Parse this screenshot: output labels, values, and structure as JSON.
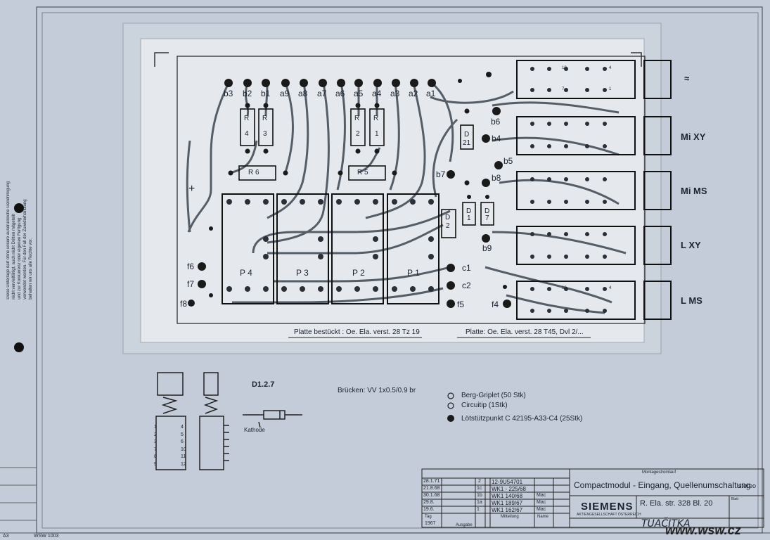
{
  "pins": [
    "b3",
    "b2",
    "b1",
    "a9",
    "a8",
    "a7",
    "a6",
    "a5",
    "a4",
    "a3",
    "a2",
    "a1"
  ],
  "resistors": {
    "r4": {
      "r": "R",
      "n": "4"
    },
    "r3": {
      "r": "R",
      "n": "3"
    },
    "r2": {
      "r": "R",
      "n": "2"
    },
    "r1": {
      "r": "R",
      "n": "1"
    },
    "r6": "R   6",
    "r5": "R   5"
  },
  "diodes": {
    "d21": {
      "d": "D",
      "n": "21"
    },
    "d1": {
      "d": "D",
      "n": "1"
    },
    "d7": {
      "d": "D",
      "n": "7"
    },
    "d2": {
      "d": "D",
      "n": "2"
    }
  },
  "side_pins": {
    "b6": "b6",
    "b4": "b4",
    "b5": "b5",
    "b8": "b8",
    "b7": "b7",
    "b9": "b9",
    "c1": "c1",
    "c2": "c2",
    "f5": "f5",
    "f4": "f4",
    "f6": "f6",
    "f7": "f7",
    "f8": "f8"
  },
  "plus": "+",
  "relays": [
    "P 4",
    "P 3",
    "P 2",
    "P 1"
  ],
  "switch_nums": {
    "n10": "10",
    "n4": "4",
    "n7": "7",
    "n1": "1"
  },
  "switches": [
    "≈",
    "Mi XY",
    "Mi MS",
    "L  XY",
    "L  MS"
  ],
  "platte": {
    "bestueckt": "Platte bestückt : Oe. Ela. verst. 28  Tz 19",
    "platte": "Platte: Oe. Ela. verst. 28  T45, Dvl 2/..."
  },
  "notes": {
    "d127": "D1.2.7",
    "bruecken": "Brücken:  VV 1x0.5/0.9  br",
    "kathode": "Kathode"
  },
  "legend": {
    "griplet": "Berg-Griplet  (50 Stk)",
    "circuitip": "Circuitip  (1Stk)",
    "loet": "Lötstützpunkt   C 42195-A33-C4  (25Stk)"
  },
  "switch_pins": {
    "left": "1\n2\n3\n7\n8\n9",
    "right": "4\n5\n6\n10\n11\n12"
  },
  "title_block": {
    "montage": "Montagestromlauf",
    "title": "Compactmodul - Eingang, Quellenumschaltung",
    "stereo": "stereo",
    "company": "SIEMENS",
    "company_sub": "AKTIENGESELLSCHAFT ÖSTERREICH",
    "number": "R. Ela. str. 328  Bl. 20",
    "blatt": "Blatt",
    "handwritten": "TUAČITKA",
    "tag": "Tag",
    "year": "1967",
    "ausgabe": "Ausgabe",
    "mitteilung": "Mitteilung",
    "name": "Name"
  },
  "revisions": [
    {
      "date": "28.1.71",
      "num": "2",
      "text": "12-9U54701",
      "name": ""
    },
    {
      "date": "21.8.68",
      "num": "1c",
      "text": "WK1 - 225/68",
      "name": ""
    },
    {
      "date": "30.1.68",
      "num": "1b",
      "text": "WK1  140/68",
      "name": "Mac"
    },
    {
      "date": "29.8.",
      "num": "1a",
      "text": "WK1  189/67",
      "name": "Mac"
    },
    {
      "date": "19.6.",
      "num": "1",
      "text": "WK1  162/67",
      "name": "Mac"
    }
  ],
  "footer": {
    "format": "A3",
    "form": "WSW 1003",
    "watermark": "www.wsw.cz"
  },
  "side_note": "Diese Unterlage darf ohne unsere ausdrückliche Genehmigung\nnicht vervielfältigt, auch nicht Dritten mitgeteilt\nund zur Konkurrenz oder eigenen Fertigung\nverwendet werden. Für den Fall der Zuwiderhandlung\nbehalten wir uns alle Rechte vor."
}
